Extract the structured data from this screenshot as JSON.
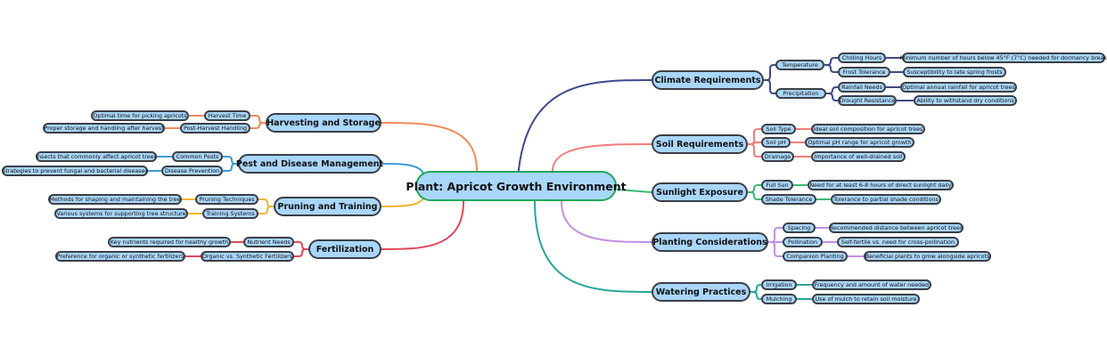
{
  "root": {
    "label": "Plant: Apricot Growth Environment",
    "color": "#1fa85a"
  },
  "branches": [
    {
      "id": "climate",
      "label": "Climate Requirements",
      "side": "right",
      "color": "#3d4a8c",
      "children": [
        {
          "label": "Temperature",
          "children": [
            {
              "label": "Chilling Hours",
              "children": [
                {
                  "label": "Minimum number of hours below 45°F (7°C) needed for dormancy break"
                }
              ]
            },
            {
              "label": "Frost Tolerance",
              "children": [
                {
                  "label": "Susceptibility to late spring frosts"
                }
              ]
            }
          ]
        },
        {
          "label": "Precipitation",
          "children": [
            {
              "label": "Rainfall Needs",
              "children": [
                {
                  "label": "Optimal annual rainfall for apricot trees"
                }
              ]
            },
            {
              "label": "Drought Resistance",
              "children": [
                {
                  "label": "Ability to withstand dry conditions"
                }
              ]
            }
          ]
        }
      ]
    },
    {
      "id": "soil",
      "label": "Soil Requirements",
      "side": "right",
      "color": "#f47c7c",
      "children": [
        {
          "label": "Soil Type",
          "children": [
            {
              "label": "Ideal soil composition for apricot trees"
            }
          ]
        },
        {
          "label": "Soil pH",
          "children": [
            {
              "label": "Optimal pH range for apricot growth"
            }
          ]
        },
        {
          "label": "Drainage",
          "children": [
            {
              "label": "Importance of well-drained soil"
            }
          ]
        }
      ]
    },
    {
      "id": "sunlight",
      "label": "Sunlight Exposure",
      "side": "right",
      "color": "#3cb878",
      "children": [
        {
          "label": "Full Sun",
          "children": [
            {
              "label": "Need for at least 6-8 hours of direct sunlight daily"
            }
          ]
        },
        {
          "label": "Shade Tolerance",
          "children": [
            {
              "label": "Tolerance to partial shade conditions"
            }
          ]
        }
      ]
    },
    {
      "id": "planting",
      "label": "Planting Considerations",
      "side": "right",
      "color": "#c58fe0",
      "children": [
        {
          "label": "Spacing",
          "children": [
            {
              "label": "Recommended distance between apricot trees"
            }
          ]
        },
        {
          "label": "Pollination",
          "children": [
            {
              "label": "Self-fertile vs. need for cross-pollination"
            }
          ]
        },
        {
          "label": "Companion Planting",
          "children": [
            {
              "label": "Beneficial plants to grow alongside apricots"
            }
          ]
        }
      ]
    },
    {
      "id": "watering",
      "label": "Watering Practices",
      "side": "right",
      "color": "#26a69a",
      "children": [
        {
          "label": "Irrigation",
          "children": [
            {
              "label": "Frequency and amount of water needed"
            }
          ]
        },
        {
          "label": "Mulching",
          "children": [
            {
              "label": "Use of mulch to retain soil moisture"
            }
          ]
        }
      ]
    },
    {
      "id": "harvest",
      "label": "Harvesting and Storage",
      "side": "left",
      "color": "#f08a5d",
      "children": [
        {
          "label": "Harvest Time",
          "children": [
            {
              "label": "Optimal time for picking apricots"
            }
          ]
        },
        {
          "label": "Post-Harvest Handling",
          "children": [
            {
              "label": "Proper storage and handling after harvest"
            }
          ]
        }
      ]
    },
    {
      "id": "pest",
      "label": "Pest and Disease Management",
      "side": "left",
      "color": "#3d9ad9",
      "children": [
        {
          "label": "Common Pests",
          "children": [
            {
              "label": "Insects that commonly affect apricot trees"
            }
          ]
        },
        {
          "label": "Disease Prevention",
          "children": [
            {
              "label": "Strategies to prevent fungal and bacterial diseases"
            }
          ]
        }
      ]
    },
    {
      "id": "pruning",
      "label": "Pruning and Training",
      "side": "left",
      "color": "#f2b630",
      "children": [
        {
          "label": "Pruning Techniques",
          "children": [
            {
              "label": "Methods for shaping and maintaining the tree"
            }
          ]
        },
        {
          "label": "Training Systems",
          "children": [
            {
              "label": "Various systems for supporting tree structure"
            }
          ]
        }
      ]
    },
    {
      "id": "fert",
      "label": "Fertilization",
      "side": "left",
      "color": "#e0485a",
      "children": [
        {
          "label": "Nutrient Needs",
          "children": [
            {
              "label": "Key nutrients required for healthy growth"
            }
          ]
        },
        {
          "label": "Organic vs. Synthetic Fertilizers",
          "children": [
            {
              "label": "Preference for organic or synthetic fertilizers"
            }
          ]
        }
      ]
    }
  ]
}
